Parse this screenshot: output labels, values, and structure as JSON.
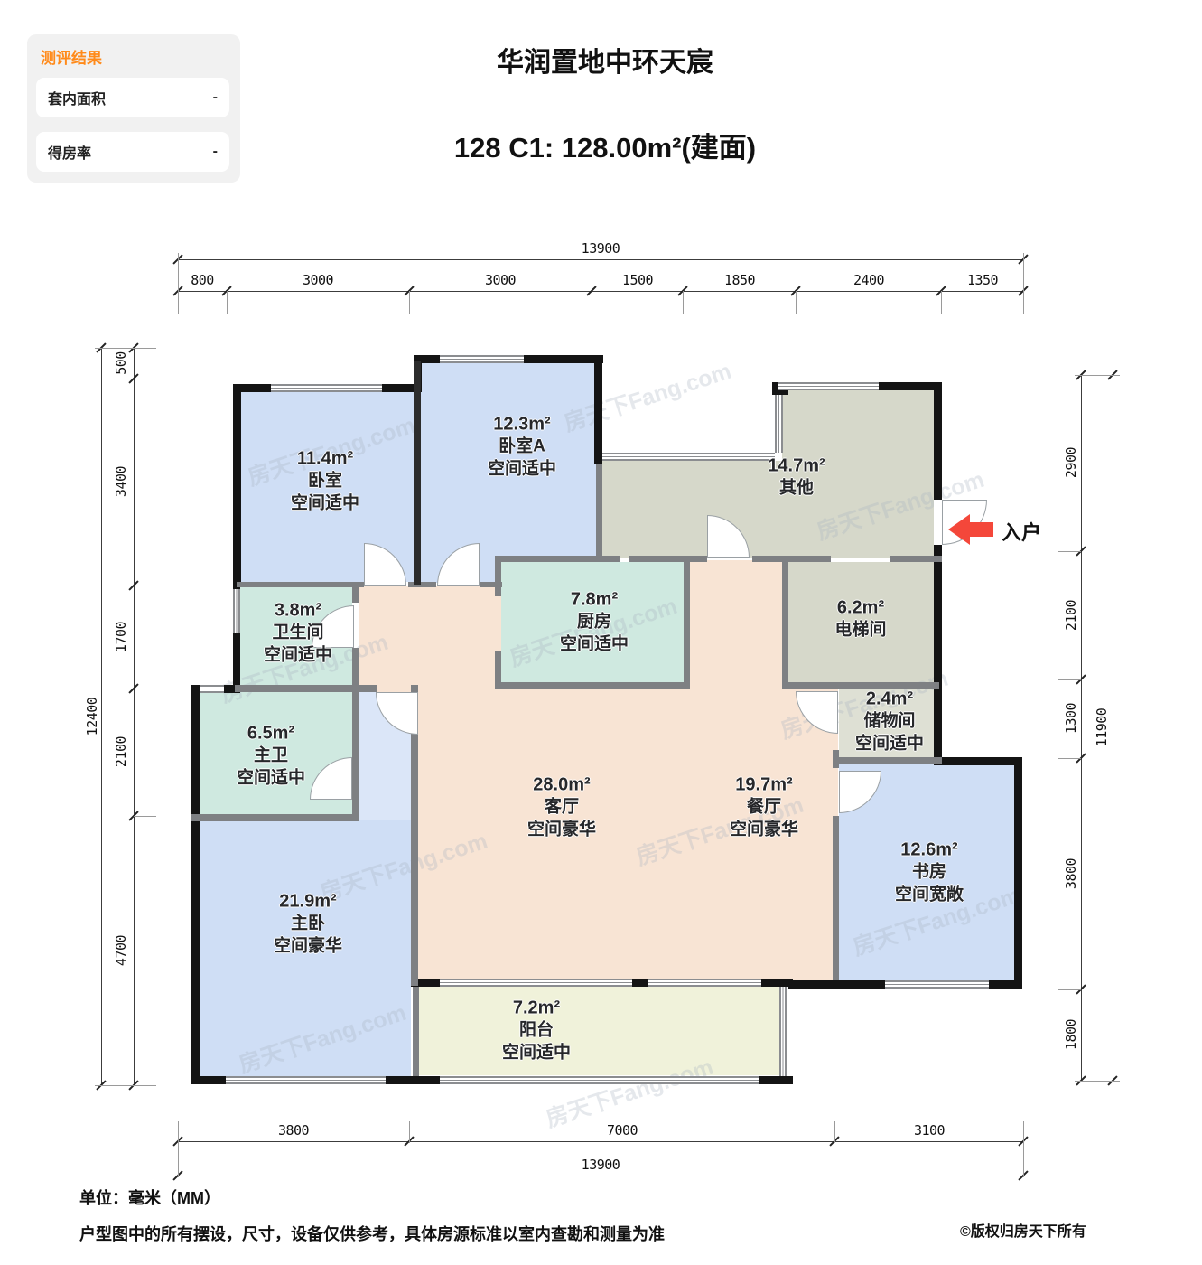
{
  "panel": {
    "title": "测评结果",
    "rows": [
      {
        "label": "套内面积",
        "value": "-"
      },
      {
        "label": "得房率",
        "value": "-"
      }
    ]
  },
  "header": {
    "title": "华润置地中环天宸",
    "subtitle": "128 C1: 128.00m²(建面)"
  },
  "entrance": {
    "label": "入户"
  },
  "rooms": [
    {
      "area": "11.4m²",
      "name": "卧室",
      "grade": "空间适中"
    },
    {
      "area": "12.3m²",
      "name": "卧室A",
      "grade": "空间适中"
    },
    {
      "area": "14.7m²",
      "name": "其他"
    },
    {
      "area": "3.8m²",
      "name": "卫生间",
      "grade": "空间适中"
    },
    {
      "area": "7.8m²",
      "name": "厨房",
      "grade": "空间适中"
    },
    {
      "area": "6.2m²",
      "name": "电梯间"
    },
    {
      "area": "6.5m²",
      "name": "主卫",
      "grade": "空间适中"
    },
    {
      "area": "2.4m²",
      "name": "储物间",
      "grade": "空间适中"
    },
    {
      "area": "28.0m²",
      "name": "客厅",
      "grade": "空间豪华"
    },
    {
      "area": "19.7m²",
      "name": "餐厅",
      "grade": "空间豪华"
    },
    {
      "area": "12.6m²",
      "name": "书房",
      "grade": "空间宽敞"
    },
    {
      "area": "21.9m²",
      "name": "主卧",
      "grade": "空间豪华"
    },
    {
      "area": "7.2m²",
      "name": "阳台",
      "grade": "空间适中"
    }
  ],
  "dimensions": {
    "top": {
      "total": "13900",
      "segments": [
        "800",
        "3000",
        "3000",
        "1500",
        "1850",
        "2400",
        "1350"
      ]
    },
    "bottom": {
      "total": "13900",
      "segments": [
        "3800",
        "7000",
        "3100"
      ]
    },
    "left": {
      "total": "12400",
      "segments": [
        "500",
        "3400",
        "1700",
        "2100",
        "4700"
      ]
    },
    "right": {
      "total": "11900",
      "segments": [
        "2900",
        "2100",
        "1300",
        "3800",
        "1800"
      ]
    }
  },
  "footer": {
    "unit": "单位：毫米（MM）",
    "disclaimer": "户型图中的所有摆设，尺寸，设备仅供参考，具体房源标准以室内查勘和测量为准",
    "copyright": "©版权归房天下所有"
  },
  "watermark": {
    "text": "房天下Fang.com"
  },
  "colors": {
    "accent_orange": "#ff8a1a",
    "arrow_red": "#f4473a",
    "room_blue": "#cfdef5",
    "room_teal": "#cfe9e0",
    "room_peach": "#f8e4d4",
    "room_gray": "#d6d8ca",
    "room_yellow": "#f0f2da",
    "panel_bg": "#f1f1f1"
  }
}
